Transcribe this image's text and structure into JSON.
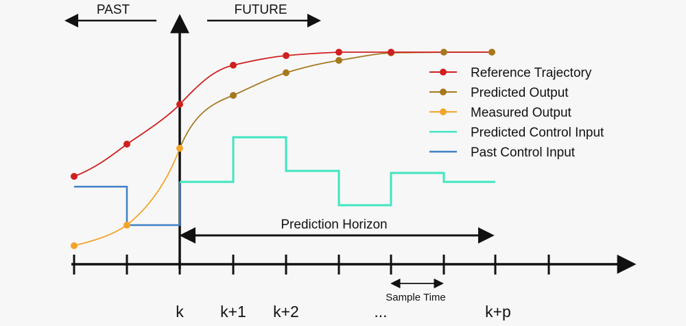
{
  "header": {
    "past_label": "PAST",
    "future_label": "FUTURE"
  },
  "legend": {
    "items": [
      {
        "label": "Reference Trajectory",
        "color": "#d01f1f",
        "marker": "dot"
      },
      {
        "label": "Predicted Output",
        "color": "#a6781e",
        "marker": "dot"
      },
      {
        "label": "Measured Output",
        "color": "#f2a42a",
        "marker": "dot"
      },
      {
        "label": "Predicted Control Input",
        "color": "#3fe6bf",
        "marker": "line"
      },
      {
        "label": "Past Control Input",
        "color": "#3d7fc6",
        "marker": "line"
      }
    ]
  },
  "annotations": {
    "prediction_horizon": "Prediction Horizon",
    "sample_time": "Sample Time"
  },
  "time_axis": {
    "tick_labels": [
      "k",
      "k+1",
      "k+2",
      "...",
      "k+p"
    ]
  },
  "colors": {
    "axis": "#111111",
    "background": "#f7f7f7"
  }
}
